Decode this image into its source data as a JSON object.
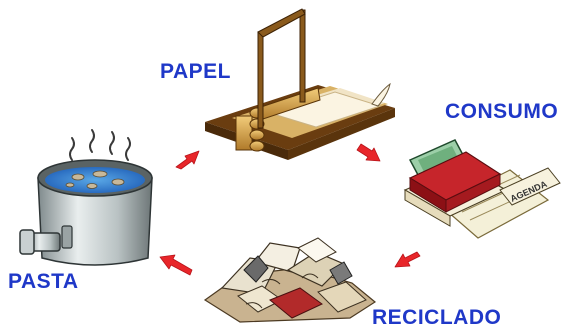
{
  "stages": {
    "papel": "PAPEL",
    "consumo": "CONSUMO",
    "reciclado": "RECICLADO",
    "pasta": "PASTA"
  },
  "book_spine_text": "AGENDA",
  "colors": {
    "label": "#1f38c8",
    "arrow": "#e8262a"
  },
  "icons": {
    "papel": "papermaking-frame-icon",
    "consumo": "books-and-paper-icon",
    "reciclado": "paper-waste-pile-icon",
    "pasta": "pulp-pot-icon"
  }
}
